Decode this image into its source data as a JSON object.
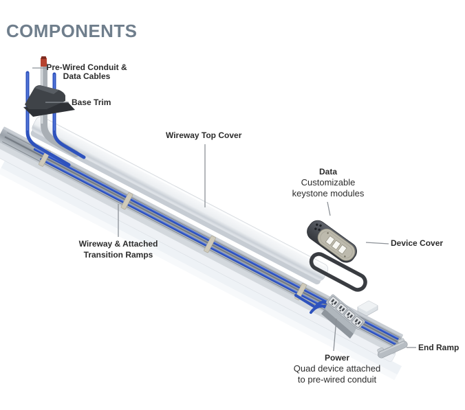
{
  "title": "COMPONENTS",
  "labels": {
    "conduit": {
      "line1": "Pre-Wired Conduit &",
      "line2": "Data Cables"
    },
    "base_trim": "Base Trim",
    "top_cover": "Wireway Top Cover",
    "data": {
      "heading": "Data",
      "desc1": "Customizable",
      "desc2": "keystone modules"
    },
    "device_cover": "Device Cover",
    "wireway": {
      "line1": "Wireway & Attached",
      "line2": "Transition Ramps"
    },
    "end_ramp": "End Ramp",
    "power": {
      "heading": "Power",
      "desc1": "Quad device attached",
      "desc2": "to pre-wired conduit"
    }
  },
  "colors": {
    "title": "#6f7e8c",
    "label_text": "#2b2b2b",
    "leader_line": "#8b9096",
    "cable_blue": "#2e52bd",
    "wireway_gray": "#9aa1a9",
    "cover_white": "#eceff2",
    "device_dark": "#45494f",
    "faceplate_tan": "#bdbaad",
    "accent_red_tip": "#b5432f"
  }
}
